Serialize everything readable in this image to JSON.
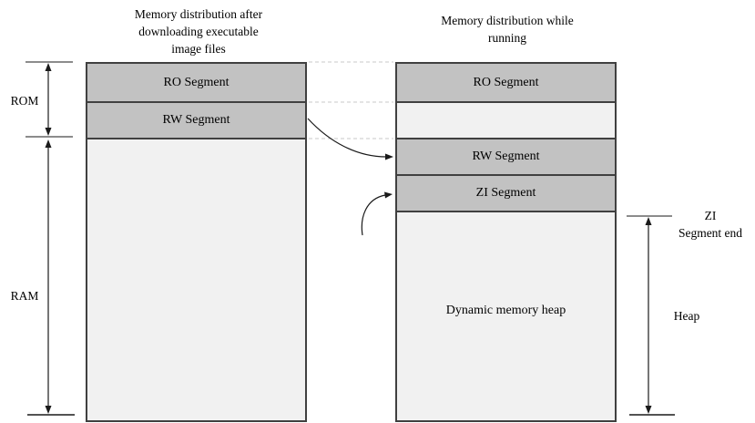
{
  "titles": {
    "left": "Memory distribution after\ndownloading executable\nimage files",
    "right": "Memory distribution while\nrunning"
  },
  "before_box": {
    "segments": [
      {
        "label": "RO Segment"
      },
      {
        "label": "RW Segment"
      }
    ]
  },
  "running_box": {
    "segments": [
      {
        "label": "RO Segment"
      },
      {
        "label": "RW Segment"
      },
      {
        "label": "ZI Segment"
      }
    ],
    "heap_label": "Dynamic memory heap"
  },
  "measurements": {
    "rom": "ROM",
    "ram": "RAM",
    "zi_end": "ZI\nSegment end",
    "heap": "Heap"
  },
  "colors": {
    "segment_fill": "#c2c2c2",
    "box_fill": "#f1f1f1",
    "border": "#404040",
    "dashed": "#c9c9c9",
    "tick": "#8c8c8c",
    "arrow": "#1a1a1a"
  }
}
